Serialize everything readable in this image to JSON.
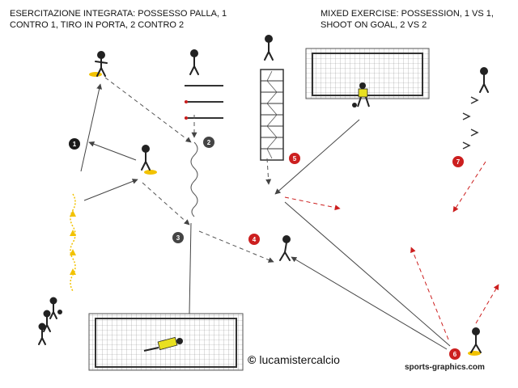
{
  "title_it": "ESERCITAZIONE INTEGRATA: POSSESSO PALLA,  1 CONTRO 1, TIRO IN PORTA, 2 CONTRO 2",
  "title_en": "MIXED EXERCISE: POSSESSION, 1 VS 1, SHOOT ON GOAL, 2 VS 2",
  "copyright_symbol": "©",
  "copyright_text": "lucamistercalcio",
  "credit": "sports-graphics.com",
  "markers": [
    {
      "id": "1",
      "label": "1",
      "color": "#1a1a1a"
    },
    {
      "id": "2",
      "label": "2",
      "color": "#444444"
    },
    {
      "id": "3",
      "label": "3",
      "color": "#444444"
    },
    {
      "id": "4",
      "label": "4",
      "color": "#cc1f1f"
    },
    {
      "id": "5",
      "label": "5",
      "color": "#cc1f1f"
    },
    {
      "id": "6",
      "label": "6",
      "color": "#cc1f1f"
    },
    {
      "id": "7",
      "label": "7",
      "color": "#cc1f1f"
    }
  ],
  "colors": {
    "line": "#444444",
    "arrow_red": "#cc1f1f",
    "cone": "#f2c200",
    "goalkeeper": "#e8e020",
    "player": "#222222"
  }
}
